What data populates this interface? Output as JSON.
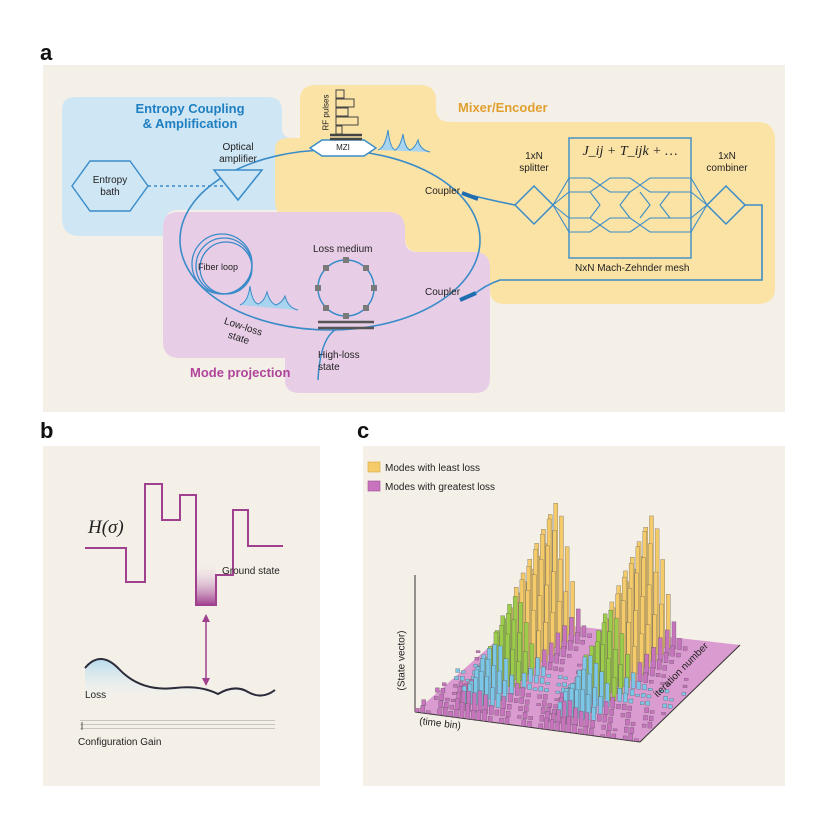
{
  "panels": {
    "a": "a",
    "b": "b",
    "c": "c"
  },
  "panel_a": {
    "entropy_coupling_title_1": "Entropy Coupling",
    "entropy_coupling_title_2": "& Amplification",
    "mixer_title": "Mixer/Encoder",
    "mode_projection_title": "Mode projection",
    "entropy_bath_1": "Entropy",
    "entropy_bath_2": "bath",
    "optical_amp_1": "Optical",
    "optical_amp_2": "amplifier",
    "rf_pulses": "RF pulses",
    "mzi": "MZI",
    "coupler_top": "Coupler",
    "coupler_bottom": "Coupler",
    "splitter_1": "1xN",
    "splitter_2": "splitter",
    "combiner_1": "1xN",
    "combiner_2": "combiner",
    "mesh_label": "NxN Mach-Zehnder mesh",
    "hamiltonian": "J_ij + T_ijk + …",
    "fiber_loop": "Fiber loop",
    "loss_medium": "Loss medium",
    "low_loss_1": "Low-loss",
    "low_loss_2": "state",
    "high_loss_1": "High-loss",
    "high_loss_2": "state",
    "colors": {
      "blue_region": "#cfe6f5",
      "yellow_region": "#fbe3a6",
      "purple_region": "#e8cde6",
      "line": "#3a8cc8",
      "blue_title": "#1f7fc0",
      "yellow_title": "#e0a030",
      "purple_title": "#b0459a"
    }
  },
  "panel_b": {
    "h_sigma": "H(σ)",
    "ground_state": "Ground state",
    "loss": "Loss",
    "config_gain": "Configuration Gain",
    "colors": {
      "line": "#a0418f"
    }
  },
  "panel_c": {
    "legend_least": "Modes with least loss",
    "legend_greatest": "Modes with greatest loss",
    "ylabel": "(State vector)",
    "xlabel": "(time bin)",
    "zlabel": "iteration number",
    "colors": {
      "least": "#f5cb6a",
      "greatest": "#c773bd",
      "mid": "#7cc6e8",
      "green": "#9ccc4a",
      "floor": "#d27fc8"
    }
  }
}
